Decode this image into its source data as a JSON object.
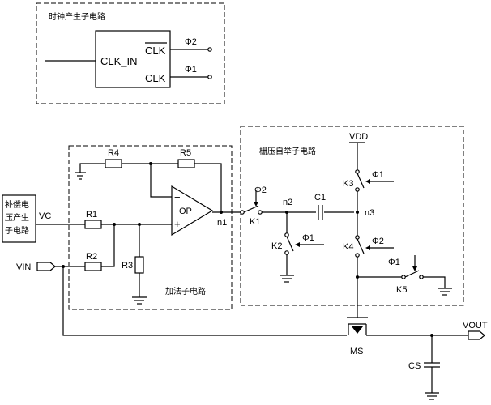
{
  "blocks": {
    "clock": "时钟产生子电路",
    "compensation": [
      "补偿电",
      "压产生",
      "子电路"
    ],
    "adder": "加法子电路",
    "bootstrap": "栅压自举子电路"
  },
  "clock_pins": {
    "clk_in": "CLK_IN",
    "clk_bar": "CLK",
    "clk": "CLK",
    "phi2": "Φ2",
    "phi1": "Φ1"
  },
  "components": {
    "r1": "R1",
    "r2": "R2",
    "r3": "R3",
    "r4": "R4",
    "r5": "R5",
    "op": "OP",
    "minus": "−",
    "plus": "+",
    "c1": "C1",
    "cs": "CS",
    "ms": "MS",
    "k1": "K1",
    "k2": "K2",
    "k3": "K3",
    "k4": "K4",
    "k5": "K5"
  },
  "clock_phases": {
    "k1": "Φ2",
    "k2": "Φ1",
    "k3": "Φ1",
    "k4": "Φ2",
    "k5": "Φ1"
  },
  "nets": {
    "vc": "VC",
    "vin": "VIN",
    "vout": "VOUT",
    "vdd": "VDD",
    "n1": "n1",
    "n2": "n2",
    "n3": "n3"
  }
}
